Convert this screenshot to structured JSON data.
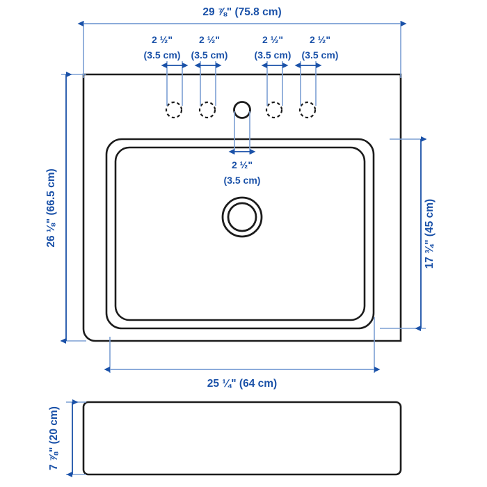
{
  "drawing": {
    "title": "Sink technical dimension drawing",
    "colors": {
      "dimension": "#1a51a8",
      "dimension_line": "#7b9fd4",
      "outline": "#000000",
      "background": "#ffffff"
    },
    "dimensions": {
      "overall_width": {
        "label_line1": "29 ⅞\" (75.8 cm)",
        "imperial": "29 ⅞\"",
        "metric": "(75.8 cm)"
      },
      "overall_height": {
        "label_line1": "26 ⅛\" (66.5 cm)",
        "imperial": "26 ⅛\"",
        "metric": "(66.5 cm)"
      },
      "basin_width": {
        "label_line1": "25 ¼\" (64 cm)",
        "imperial": "25 ¼\"",
        "metric": "(64 cm)"
      },
      "basin_height": {
        "label_line1": "17 ¾\" (45 cm)",
        "imperial": "17 ¾\"",
        "metric": "(45 cm)"
      },
      "profile_height": {
        "label_line1": "7 ⅞\" (20 cm)",
        "imperial": "7 ⅞\"",
        "metric": "(20 cm)"
      },
      "hole_spacing_1": {
        "imperial": "2 ½\"",
        "metric": "(3.5 cm)"
      },
      "hole_spacing_2": {
        "imperial": "2 ½\"",
        "metric": "(3.5 cm)"
      },
      "hole_spacing_3": {
        "imperial": "2 ½\"",
        "metric": "(3.5 cm)"
      },
      "hole_spacing_4": {
        "imperial": "2 ½\"",
        "metric": "(3.5 cm)"
      },
      "faucet_hole_diameter": {
        "imperial": "2 ½\"",
        "metric": "(3.5 cm)"
      }
    },
    "features": {
      "optional_holes_count": "4",
      "faucet_hole_count": "1",
      "drain_count": "1"
    }
  }
}
